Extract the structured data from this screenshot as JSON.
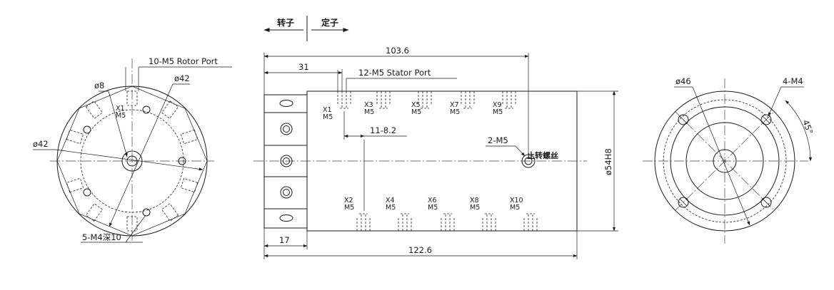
{
  "header": {
    "rotor": "转子",
    "stator": "定子"
  },
  "left_view": {
    "rotor_port": "10-M5 Rotor Port",
    "d8": "ø8",
    "d42_top": "ø42",
    "d42_left": "ø42",
    "m4_deep": "5-M4深10",
    "port_x1": "X1",
    "port_m5": "M5"
  },
  "side_view": {
    "length_overall": "103.6",
    "length_31": "31",
    "stator_port": "12-M5 Stator Port",
    "pitch": "11-8.2",
    "screw": "2-M5",
    "screw_label": "止转螺丝",
    "diameter": "ø54H8",
    "rotor_len": "17",
    "total_len": "122.6",
    "top_ports": [
      "X1",
      "X3",
      "X5",
      "X7",
      "X9"
    ],
    "bottom_ports": [
      "X2",
      "X4",
      "X6",
      "X8",
      "X10"
    ],
    "thread": "M5"
  },
  "right_view": {
    "d46": "ø46",
    "m4": "4-M4",
    "angle": "45°"
  }
}
